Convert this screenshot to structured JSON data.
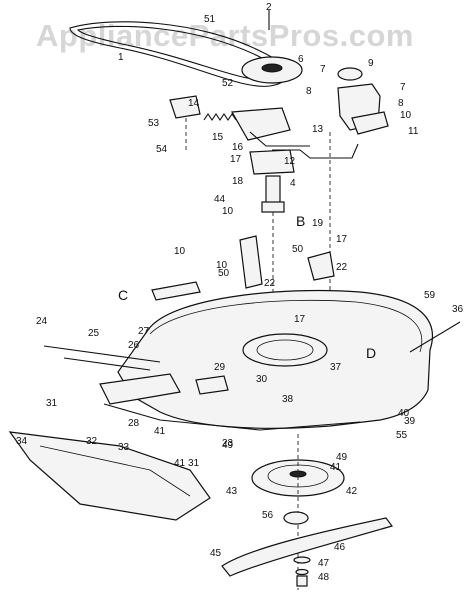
{
  "watermark": "AppliancePartsPros.com",
  "labels": [
    "1",
    "2",
    "4",
    "6",
    "7",
    "7",
    "8",
    "8",
    "9",
    "10",
    "10",
    "10",
    "10",
    "11",
    "12",
    "13",
    "14",
    "15",
    "16",
    "17",
    "17",
    "17",
    "18",
    "19",
    "22",
    "22",
    "23",
    "24",
    "25",
    "26",
    "27",
    "28",
    "29",
    "30",
    "31",
    "31",
    "32",
    "33",
    "34",
    "36",
    "37",
    "38",
    "39",
    "40",
    "41",
    "41",
    "41",
    "42",
    "43",
    "44",
    "45",
    "46",
    "47",
    "48",
    "49",
    "49",
    "50",
    "50",
    "51",
    "52",
    "53",
    "54",
    "55",
    "56",
    "59"
  ],
  "letters": [
    "B",
    "C",
    "D"
  ]
}
